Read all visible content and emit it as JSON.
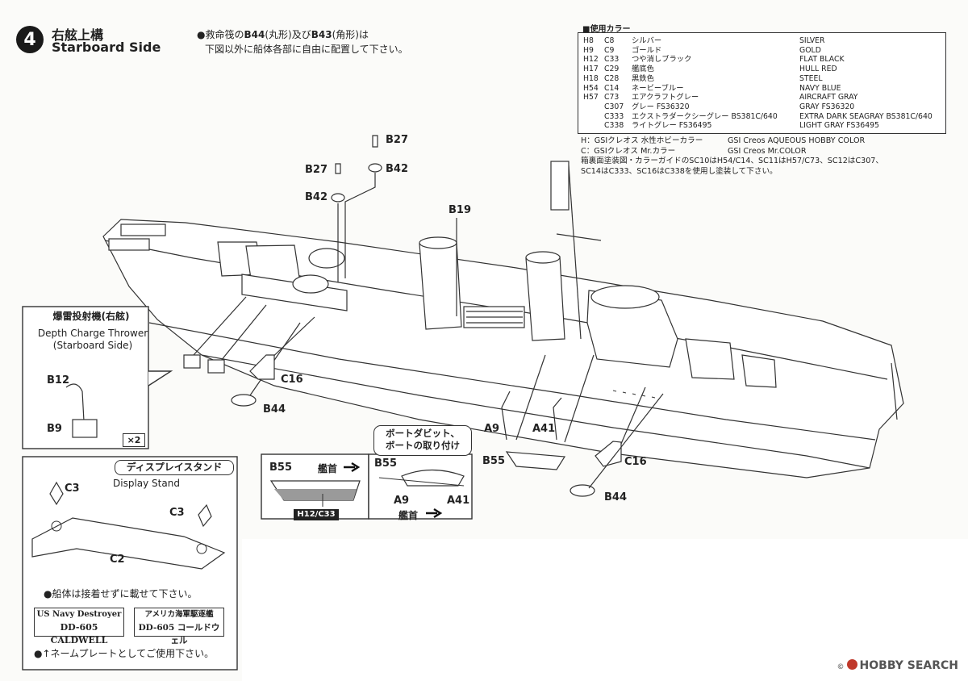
{
  "step": {
    "number": "4",
    "title_jp": "右舷上構",
    "title_en": "Starboard Side"
  },
  "note_top": {
    "line1_a": "●救命筏の",
    "part_b44": "B44",
    "line1_b": "(丸形)及び",
    "part_b43": "B43",
    "line1_c": "(角形)は",
    "line2": "下図以外に船体各部に自由に配置して下さい。"
  },
  "colors": {
    "title": "■使用カラー",
    "rows": [
      {
        "h": "H8",
        "c": "C8",
        "jp": "シルバー",
        "en": "SILVER"
      },
      {
        "h": "H9",
        "c": "C9",
        "jp": "ゴールド",
        "en": "GOLD"
      },
      {
        "h": "H12",
        "c": "C33",
        "jp": "つや消しブラック",
        "en": "FLAT BLACK"
      },
      {
        "h": "H17",
        "c": "C29",
        "jp": "艦底色",
        "en": "HULL RED"
      },
      {
        "h": "H18",
        "c": "C28",
        "jp": "黒鉄色",
        "en": "STEEL"
      },
      {
        "h": "H54",
        "c": "C14",
        "jp": "ネービーブルー",
        "en": "NAVY BLUE"
      },
      {
        "h": "H57",
        "c": "C73",
        "jp": "エアクラフトグレー",
        "en": "AIRCRAFT GRAY"
      },
      {
        "h": "",
        "c": "C307",
        "jp": "グレー FS36320",
        "en": "GRAY FS36320"
      },
      {
        "h": "",
        "c": "C333",
        "jp": "エクストラダークシーグレー BS381C/640",
        "en": "EXTRA DARK SEAGRAY BS381C/640"
      },
      {
        "h": "",
        "c": "C338",
        "jp": "ライトグレー FS36495",
        "en": "LIGHT GRAY FS36495"
      }
    ],
    "legend1_jp": "H：GSIクレオス 水性ホビーカラー",
    "legend1_en": "GSI Creos AQUEOUS HOBBY COLOR",
    "legend2_jp": "C：GSIクレオス Mr.カラー",
    "legend2_en": "GSI Creos Mr.COLOR",
    "legend3": "箱裏面塗装図・カラーガイドのSC10はH54/C14、SC11はH57/C73、SC12はC307、",
    "legend4": "SC14はC333、SC16はC338を使用し塗装して下さい。"
  },
  "parts": {
    "b27_top": "B27",
    "b42_top": "B42",
    "b27_left": "B27",
    "b42_left": "B42",
    "b19": "B19",
    "c16_left": "C16",
    "b44_left": "B44",
    "a9": "A9",
    "a41": "A41",
    "b55": "B55",
    "c16_right": "C16",
    "b44_right": "B44"
  },
  "depth_charge": {
    "title_jp": "爆雷投射機(右舷)",
    "title_en": "Depth Charge Thrower",
    "subtitle_en": "(Starboard Side)",
    "part_b12": "B12",
    "part_b9": "B9",
    "count": "×2"
  },
  "boat_detail": {
    "b55_label": "B55",
    "bow_label": "艦首",
    "paint": "H12/C33",
    "davit_title_line1": "ボートダビット、",
    "davit_title_line2": "ボートの取り付け",
    "davit_b55": "B55",
    "davit_a9": "A9",
    "davit_a41": "A41",
    "davit_bow": "艦首"
  },
  "display_stand": {
    "title_jp": "ディスプレイスタンド",
    "title_en": "Display Stand",
    "part_c3_left": "C3",
    "part_c3_right": "C3",
    "part_c2": "C2",
    "note": "●船体は接着せずに載せて下さい。",
    "plate_en_line1": "US Navy Destroyer",
    "plate_en_line2": "DD-605 CALDWELL",
    "plate_jp_line1": "アメリカ海軍駆逐艦",
    "plate_jp_line2": "DD-605 コールドウェル",
    "plate_note": "●↑ネームプレートとしてご使用下さい。"
  },
  "credit": {
    "copyright": "©",
    "text": "HOBBY SEARCH"
  }
}
